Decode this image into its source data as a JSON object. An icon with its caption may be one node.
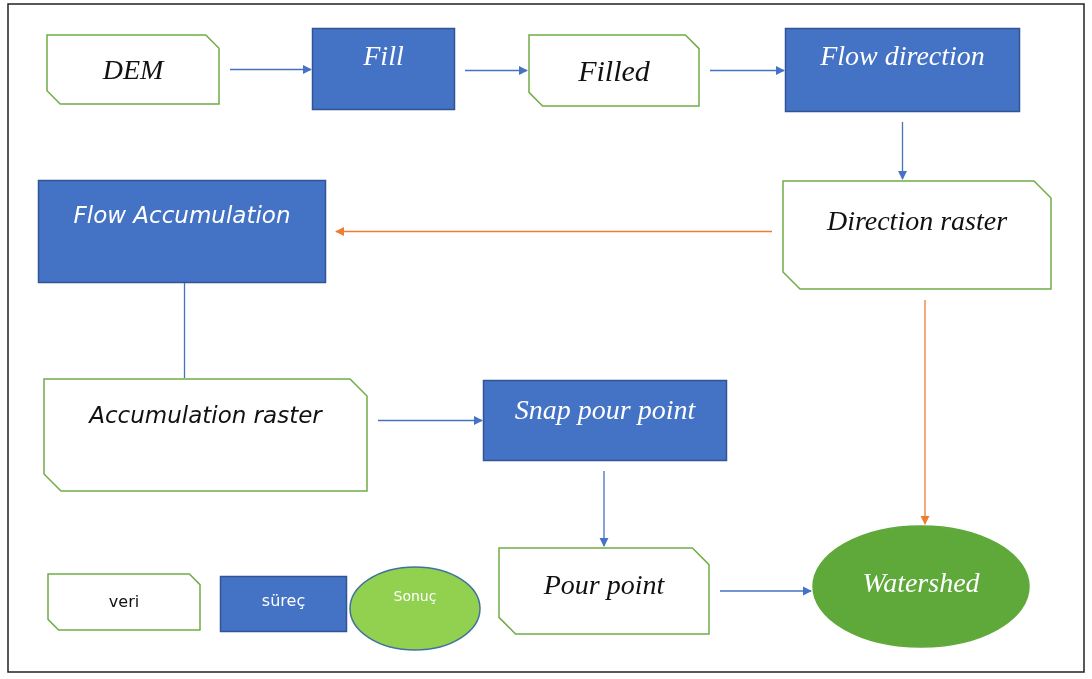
{
  "diagram": {
    "nodes": [
      {
        "text": [
          "DEM"
        ]
      },
      {
        "text": [
          "Fill"
        ]
      },
      {
        "text": [
          "Filled"
        ]
      },
      {
        "text": [
          "Flow direction"
        ]
      },
      {
        "text": [
          "Direction raster"
        ]
      },
      {
        "text": [
          "Flow Accumulation"
        ]
      },
      {
        "text": [
          "Accumulation raster"
        ]
      },
      {
        "text": [
          "Snap pour point"
        ]
      },
      {
        "text": [
          "Pour point"
        ]
      },
      {
        "text": [
          "Watershed"
        ]
      },
      {
        "text": [
          "veri"
        ]
      },
      {
        "text": [
          "süreç"
        ]
      },
      {
        "text": [
          "Sonuç"
        ]
      }
    ],
    "edges": [
      {
        "from": 0,
        "to": 1,
        "arrow": "to"
      },
      {
        "from": 1,
        "to": 2,
        "arrow": "to"
      },
      {
        "from": 2,
        "to": 3,
        "arrow": "to"
      },
      {
        "from": 3,
        "to": 4,
        "arrow": "to"
      },
      {
        "from": 4,
        "to": 5,
        "arrow": "to",
        "color": "#ed7d31"
      },
      {
        "from": 5,
        "to": 6,
        "arrow": "none"
      },
      {
        "from": 6,
        "to": 7,
        "arrow": "to"
      },
      {
        "from": 7,
        "to": 8,
        "arrow": "to"
      },
      {
        "from": 8,
        "to": 9,
        "arrow": "to"
      },
      {
        "from": 4,
        "to": 9,
        "arrow": "to",
        "color": "#ed7d31"
      }
    ]
  }
}
